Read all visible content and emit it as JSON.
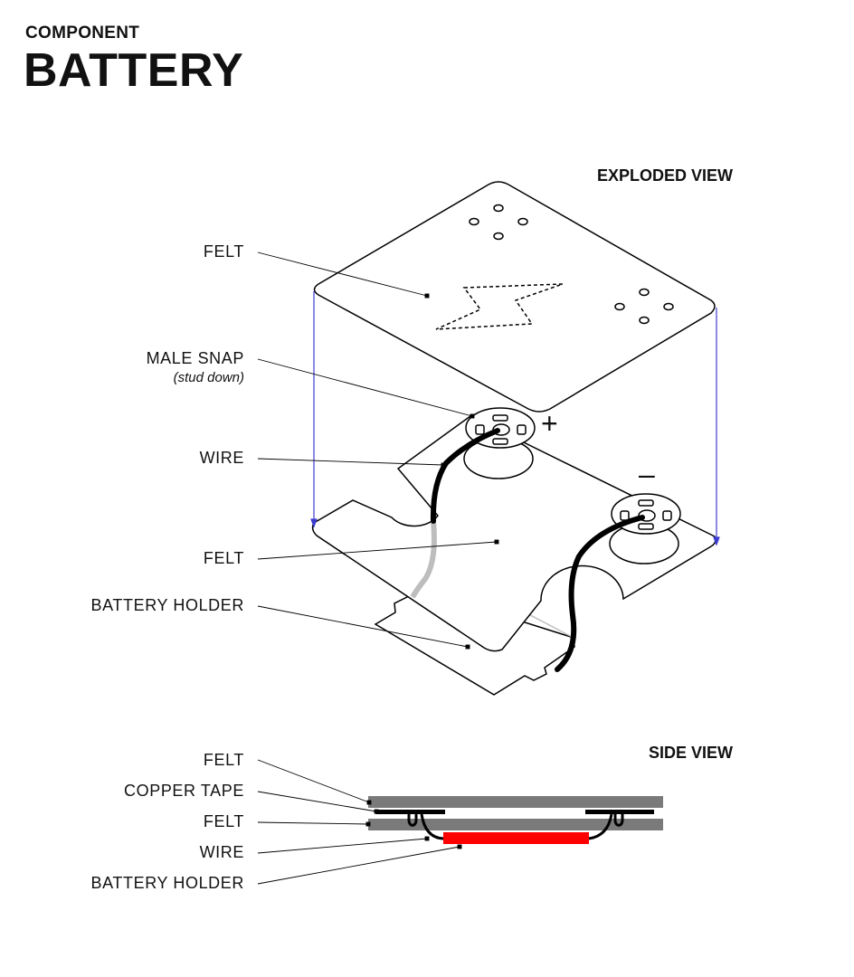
{
  "header": {
    "kicker": "COMPONENT",
    "title": "BATTERY"
  },
  "exploded": {
    "heading": "EXPLODED VIEW",
    "labels": {
      "felt_top": "FELT",
      "male_snap": "MALE SNAP",
      "male_snap_note": "(stud down)",
      "wire": "WIRE",
      "felt_bottom": "FELT",
      "battery_holder": "BATTERY HOLDER"
    },
    "signs": {
      "plus": "+",
      "minus": "–"
    }
  },
  "side": {
    "heading": "SIDE VIEW",
    "labels": {
      "felt_top": "FELT",
      "copper_tape": "COPPER TAPE",
      "felt_bottom": "FELT",
      "wire": "WIRE",
      "battery_holder": "BATTERY HOLDER"
    }
  },
  "colors": {
    "felt_side": "#7a7a7a",
    "battery_side": "#ff0000",
    "guide_line": "#3c3cd0",
    "wire_hidden": "#bdbdbd"
  }
}
